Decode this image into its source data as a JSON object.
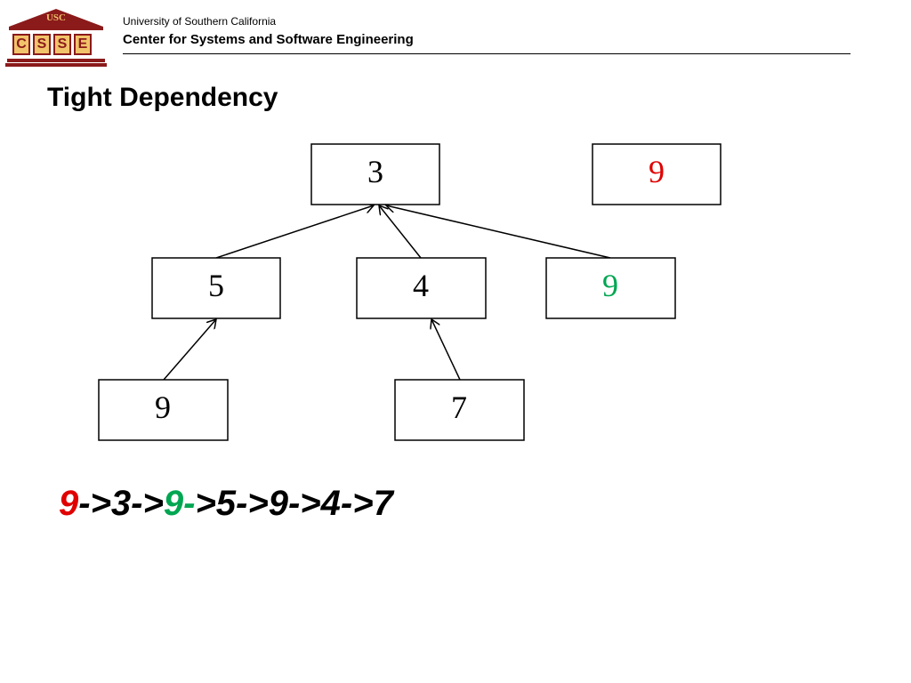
{
  "header": {
    "logo_top_text": "USC",
    "logo_letters": [
      "C",
      "S",
      "S",
      "E"
    ],
    "university": "University of Southern California",
    "center": "Center for Systems and Software Engineering"
  },
  "title": "Tight Dependency",
  "colors": {
    "red": "#e00000",
    "green": "#00a651",
    "logo_maroon": "#8b1a1a",
    "logo_gold": "#f1c36a"
  },
  "nodes": [
    {
      "id": "n3",
      "label": "3",
      "color": "black"
    },
    {
      "id": "n9a",
      "label": "9",
      "color": "red"
    },
    {
      "id": "n5",
      "label": "5",
      "color": "black"
    },
    {
      "id": "n4",
      "label": "4",
      "color": "black"
    },
    {
      "id": "n9b",
      "label": "9",
      "color": "green"
    },
    {
      "id": "n9c",
      "label": "9",
      "color": "black"
    },
    {
      "id": "n7",
      "label": "7",
      "color": "black"
    }
  ],
  "edges": [
    {
      "from": "n5",
      "to": "n3"
    },
    {
      "from": "n4",
      "to": "n3"
    },
    {
      "from": "n9b",
      "to": "n3"
    },
    {
      "from": "n9c",
      "to": "n5"
    },
    {
      "from": "n7",
      "to": "n4"
    }
  ],
  "sequence": {
    "part1": "9",
    "part2": "->3->",
    "part3": "9-",
    "part4": ">5->9->4->7"
  }
}
